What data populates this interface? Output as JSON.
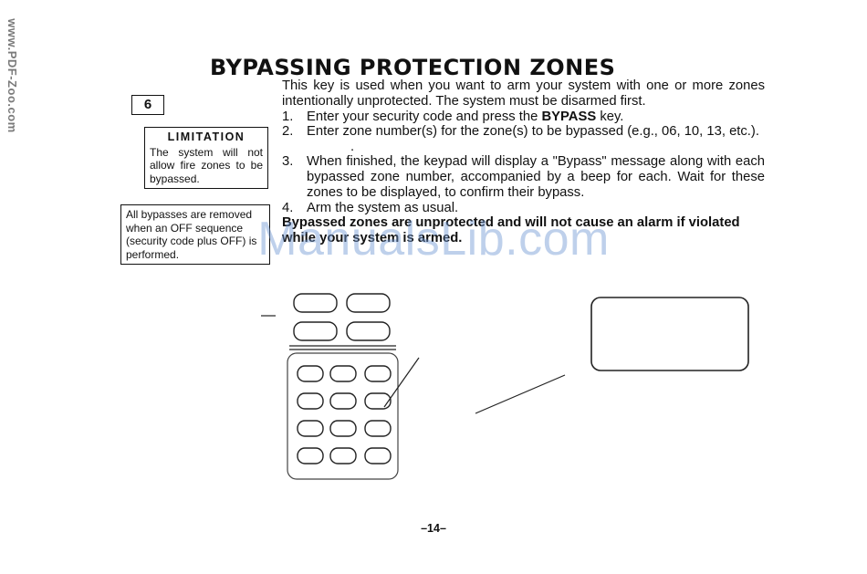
{
  "watermark_side": "www.PDF-Zoo.com",
  "watermark_center": "ManualsLib.com",
  "title": "BYPASSING PROTECTION ZONES",
  "key_number": "6",
  "limitation": {
    "heading": "LIMITATION",
    "text": "The system will not allow fire zones to be bypassed."
  },
  "bypass_note": "All bypasses are removed when an OFF sequence (security code plus OFF) is performed.",
  "intro": "This key is used when you want to arm your system with one or more zones intentionally unprotected. The system must be disarmed first.",
  "steps": [
    {
      "num": "1.",
      "before": "Enter your security code and press the ",
      "bold": "BYPASS",
      "after": " key."
    },
    {
      "num": "2.",
      "text": "Enter zone number(s) for the zone(s) to be bypassed (e.g., 06, 10, 13, etc.)."
    },
    {
      "num": "3.",
      "text": "When finished, the keypad will display a \"Bypass\" message along with each bypassed zone number, accompanied by a beep for each. Wait for these zones to be displayed, to confirm their bypass."
    },
    {
      "num": "4.",
      "text": "Arm the system as usual."
    }
  ],
  "dot": ".",
  "warning": "Bypassed zones are unprotected and will not cause an alarm if violated while your system is armed.",
  "page_number": "–14–",
  "colors": {
    "text": "#111111",
    "watermark_side": "#7a7a7a",
    "watermark_center": "#6e96d2"
  }
}
